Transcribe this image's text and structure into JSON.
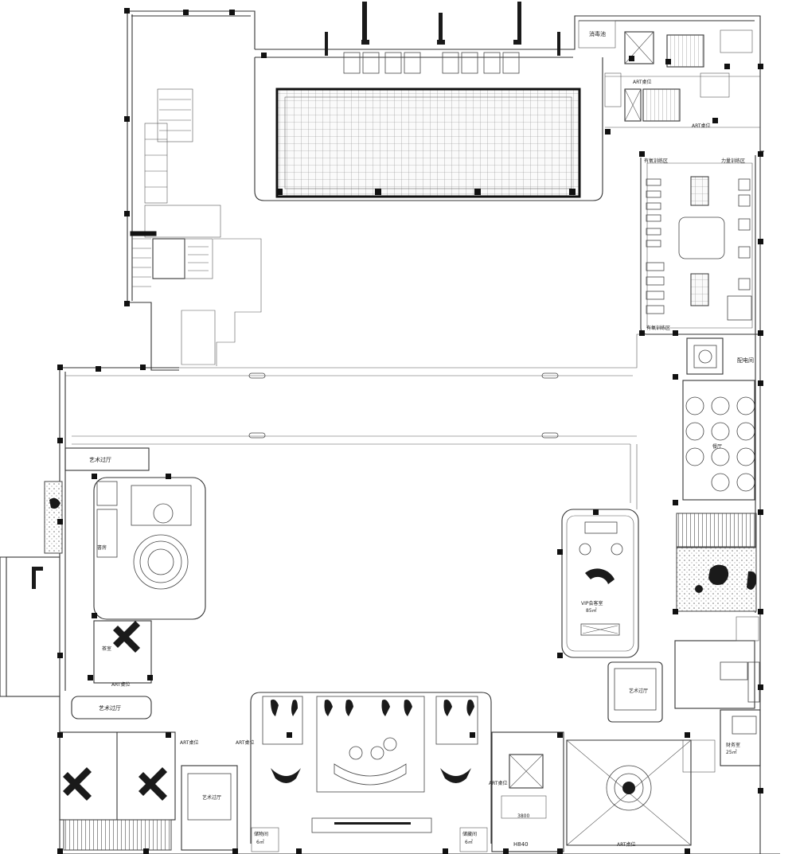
{
  "labels": {
    "disinfection_pool": "消毒池",
    "art_seat_1": "ART桌位",
    "art_seat_2": "ART桌位",
    "aerobic_zone_top": "有氧训练区",
    "strength_zone": "力量训练区",
    "aerobic_zone_bottom": "有氧训练区",
    "pantry": "配电间",
    "gallery_1": "艺术过厅",
    "gallery_2": "艺术过厅",
    "gallery_3": "艺术过厅",
    "gallery_4": "艺术过厅",
    "study": "書房",
    "tea_room": "茶室",
    "vip_room": "VIP会客室",
    "vip_area": "85㎡",
    "restaurant": "餐厅",
    "finance": "财务室",
    "finance_area": "25㎡",
    "art_seat_3": "ART桌位",
    "art_seat_4": "ART桌位",
    "art_seat_5": "ART桌位",
    "art_seat_6": "ART桌位",
    "art_seat_7": "ART桌位",
    "storage_1": "储物间",
    "storage_1_area": "6㎡",
    "storage_2": "储藏间",
    "storage_2_area": "6㎡",
    "dim_3800": "3800",
    "dim_h840": "H840"
  }
}
